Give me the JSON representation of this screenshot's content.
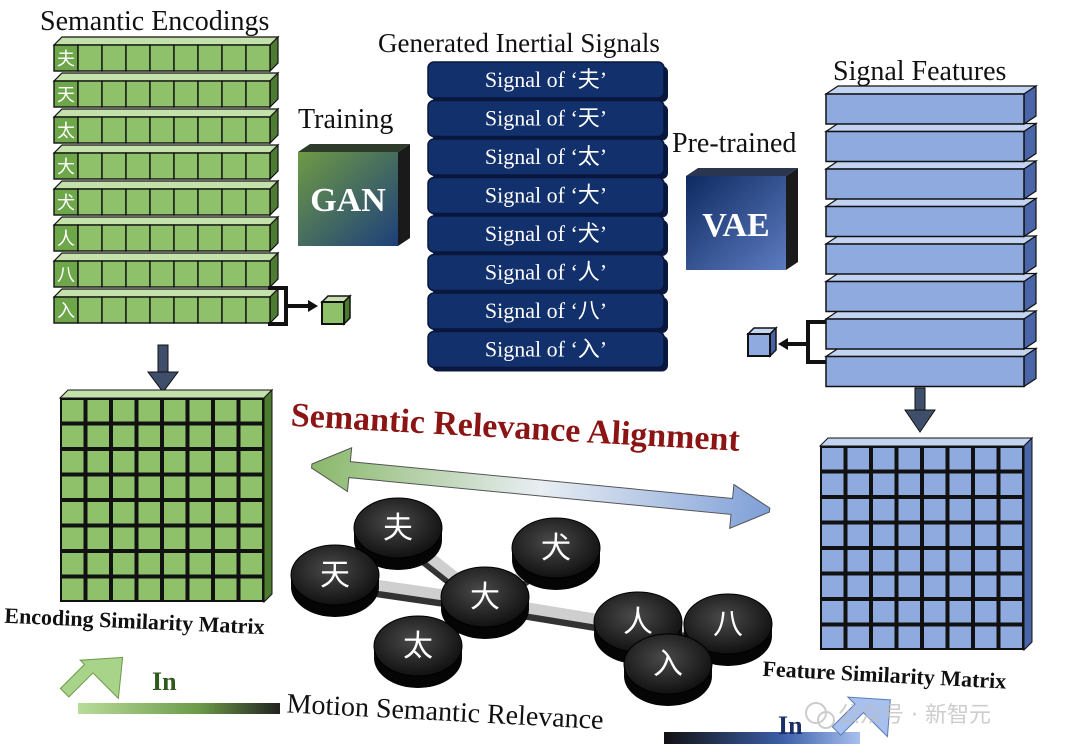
{
  "titles": {
    "semantic_encodings": "Semantic Encodings",
    "generated_signals": "Generated Inertial Signals",
    "signal_features": "Signal Features",
    "training": "Training",
    "pretrained": "Pre-trained",
    "alignment": "Semantic Relevance Alignment",
    "encoding_matrix": "Encoding Similarity Matrix",
    "feature_matrix": "Feature Similarity Matrix",
    "motion_relevance": "Motion Semantic Relevance",
    "in_left": "In",
    "in_right": "In",
    "watermark": "公众号 · 新智元"
  },
  "models": {
    "gan": "GAN",
    "vae": "VAE"
  },
  "characters": [
    "夫",
    "天",
    "太",
    "大",
    "犬",
    "人",
    "八",
    "入"
  ],
  "signals": [
    "Signal of ‘夫’",
    "Signal of ‘天’",
    "Signal of ‘太’",
    "Signal of ‘大’",
    "Signal of ‘犬’",
    "Signal of ‘人’",
    "Signal of ‘八’",
    "Signal of ‘入’"
  ],
  "graph_nodes": [
    "夫",
    "犬",
    "天",
    "大",
    "太",
    "人",
    "八",
    "入"
  ],
  "colors": {
    "green": "#8fc16b",
    "green_dark": "#5d8c3e",
    "navy": "#0f2a5e",
    "blue": "#8eaade",
    "blue_dark": "#5a78b8",
    "crimson": "#8b1414"
  }
}
